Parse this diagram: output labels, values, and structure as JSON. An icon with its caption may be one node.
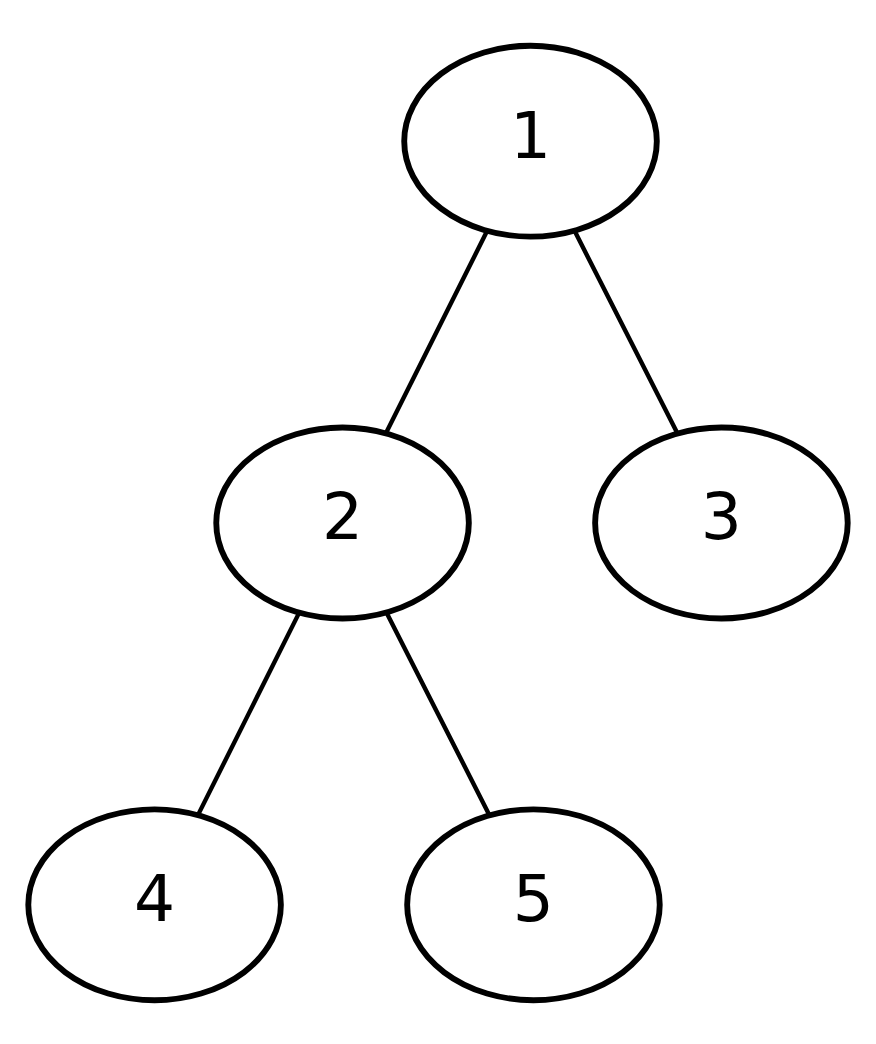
{
  "diagram": {
    "nodes": [
      {
        "text": [
          "1"
        ]
      },
      {
        "text": [
          "2"
        ]
      },
      {
        "text": [
          "3"
        ]
      },
      {
        "text": [
          "4"
        ]
      },
      {
        "text": [
          "5"
        ]
      }
    ],
    "edges": [
      {
        "from": 0,
        "to": 1,
        "arrow": "none"
      },
      {
        "from": 0,
        "to": 2,
        "arrow": "none"
      },
      {
        "from": 1,
        "to": 3,
        "arrow": "none"
      },
      {
        "from": 1,
        "to": 4,
        "arrow": "none"
      }
    ]
  }
}
